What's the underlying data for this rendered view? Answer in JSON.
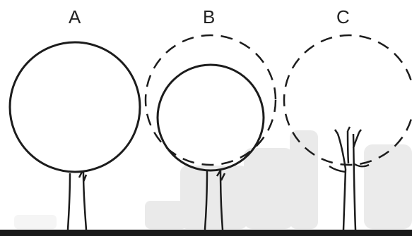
{
  "panels": [
    {
      "label": "A",
      "crown": "full"
    },
    {
      "label": "B",
      "crown": "reduced"
    },
    {
      "label": "C",
      "crown": "removed"
    }
  ],
  "colors": {
    "stroke": "#1c1c1c",
    "ground": "#1a1a1a",
    "background_texture": "#dadada",
    "background": "#ffffff"
  }
}
